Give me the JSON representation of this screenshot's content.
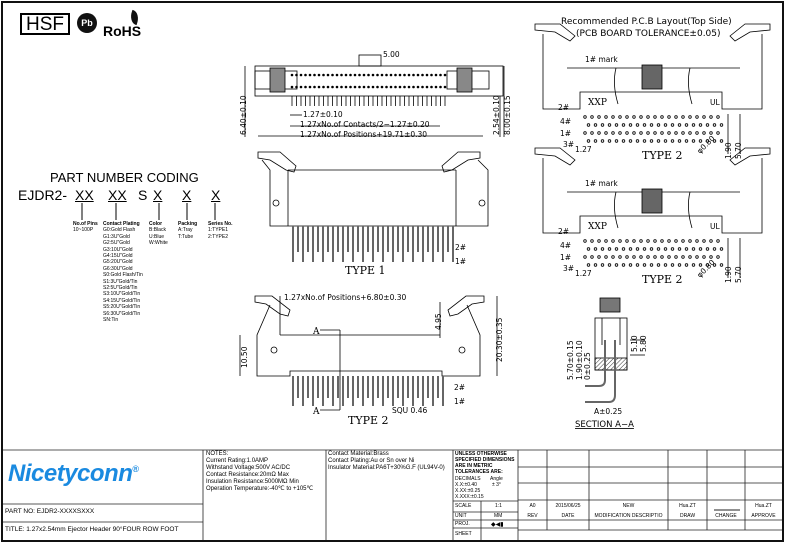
{
  "header": {
    "hsf": "HSF",
    "pb": "Pb",
    "rohs": "RoHS"
  },
  "coding": {
    "title": "PART NUMBER CODING",
    "prefix": "EJDR2-",
    "codes": [
      "XX",
      "XX",
      "S",
      "X",
      "X",
      "X"
    ],
    "pins": [
      "No.of Pins",
      "10~100P"
    ],
    "plating": [
      "Contact Plating",
      "G0:Gold Flash",
      "G1:3U\"Gold",
      "G2:5U\"Gold",
      "G3:10U\"Gold",
      "G4:15U\"Gold",
      "G5:20U\"Gold",
      "G6:30U\"Gold",
      "S0:Gold Flash/Tin",
      "S1:3U\"Gold/Tin",
      "S2:5U\"Gold/Tin",
      "S3:10U\"Gold/Tin",
      "S4:15U\"Gold/Tin",
      "S5:20U\"Gold/Tin",
      "S6:30U\"Gold/Tin",
      "SN:Tin"
    ],
    "color": [
      "Color",
      "B:Black",
      "U:Blue",
      "W:White"
    ],
    "packing": [
      "Packing",
      "A:Tray",
      "T:Tube"
    ],
    "series": [
      "Series No.",
      "1:TYPE1",
      "2:TYPE2"
    ]
  },
  "top_view": {
    "d1": "5.00",
    "d2": "1.27±0.10",
    "d3": "1.27xNo.of  Contacts/2−1.27±0.20",
    "d4": "1.27xNo.of  Positions+19.71±0.30",
    "d5": "6.40±0.10",
    "d6": "2.54±0.10",
    "d7": "8.00±0.15"
  },
  "type1": {
    "label": "TYPE 1",
    "pin2": "2#",
    "pin1": "1#"
  },
  "type2": {
    "label": "TYPE 2",
    "d1": "1.27xNo.of  Positions+6.80±0.30",
    "d2": "4.95",
    "d3": "20.30±0.35",
    "d4": "10.50",
    "d5": "SQU  0.46",
    "sec": "A",
    "pin2": "2#",
    "pin1": "1#"
  },
  "pcb": {
    "title": "Recommended  P.C.B  Layout(Top  Side)",
    "subtitle": "(PCB  BOARD  TOLERANCE±0.05)",
    "mark": "1# mark",
    "xxp": "XXP",
    "ul": "UL",
    "p2": "2#",
    "p4": "4#",
    "p1": "1#",
    "p3": "3#",
    "pitch": "1.27",
    "type": "TYPE  2",
    "hole": "φ0.80",
    "d1": "1.90",
    "d2": "5.70"
  },
  "section": {
    "label": "SECTION  A−A",
    "d1": "5.10",
    "d2": "5.80",
    "d3": "5.70±0.15",
    "d4": "1.90±0.10",
    "d5": "0±0.25",
    "d6": "A±0.25"
  },
  "titleblock": {
    "company": "Nicetyconn",
    "reg": "®",
    "part_no": "PART NO: EJDR2-XXXXSXXX",
    "title": "TITLE: 1.27x2.54mm Ejector Header 90°FOUR ROW FOOT",
    "notes": [
      "NOTES:",
      "Current Rating:1.0AMP",
      "Withstand Voltage:500V AC/DC",
      "Contact Resistance:20mΩ Max",
      "Insulation Resistance:5000MΩ Min",
      "Operation Temperature:-40℃ to +105℃"
    ],
    "materials": [
      "Contact Material:Brass",
      "Contact Plating:Au or Sn over Ni",
      "Insulator Material:PA6T+30%G.F (UL94V-0)"
    ],
    "tolerances": [
      "UNLESS OTHERWISE",
      "SPECIFIED DIMENSIONS",
      "ARE IN METRIC",
      "TOLERANCES  ARE:"
    ],
    "decimals": [
      "DECIMALS",
      "X.X:±0.40",
      "X.XX:±0.25",
      "X.XXX:±0.15"
    ],
    "angle": [
      "Angle",
      "± 3°"
    ],
    "scale_label": "SCALE",
    "scale": "1:1",
    "unit_label": "UNIT",
    "unit": "MM",
    "proj_label": "PROJ.",
    "sheet_label": "SHEET",
    "rev_row": [
      "A0",
      "2015/06/25",
      "NEW",
      "Hua.ZT",
      "",
      "Hua.ZT"
    ],
    "rev_head": [
      "REV",
      "DATE",
      "MODIFICATION DESCRIPTIO",
      "DRAW",
      "CHANGE",
      "APPROVE"
    ]
  }
}
